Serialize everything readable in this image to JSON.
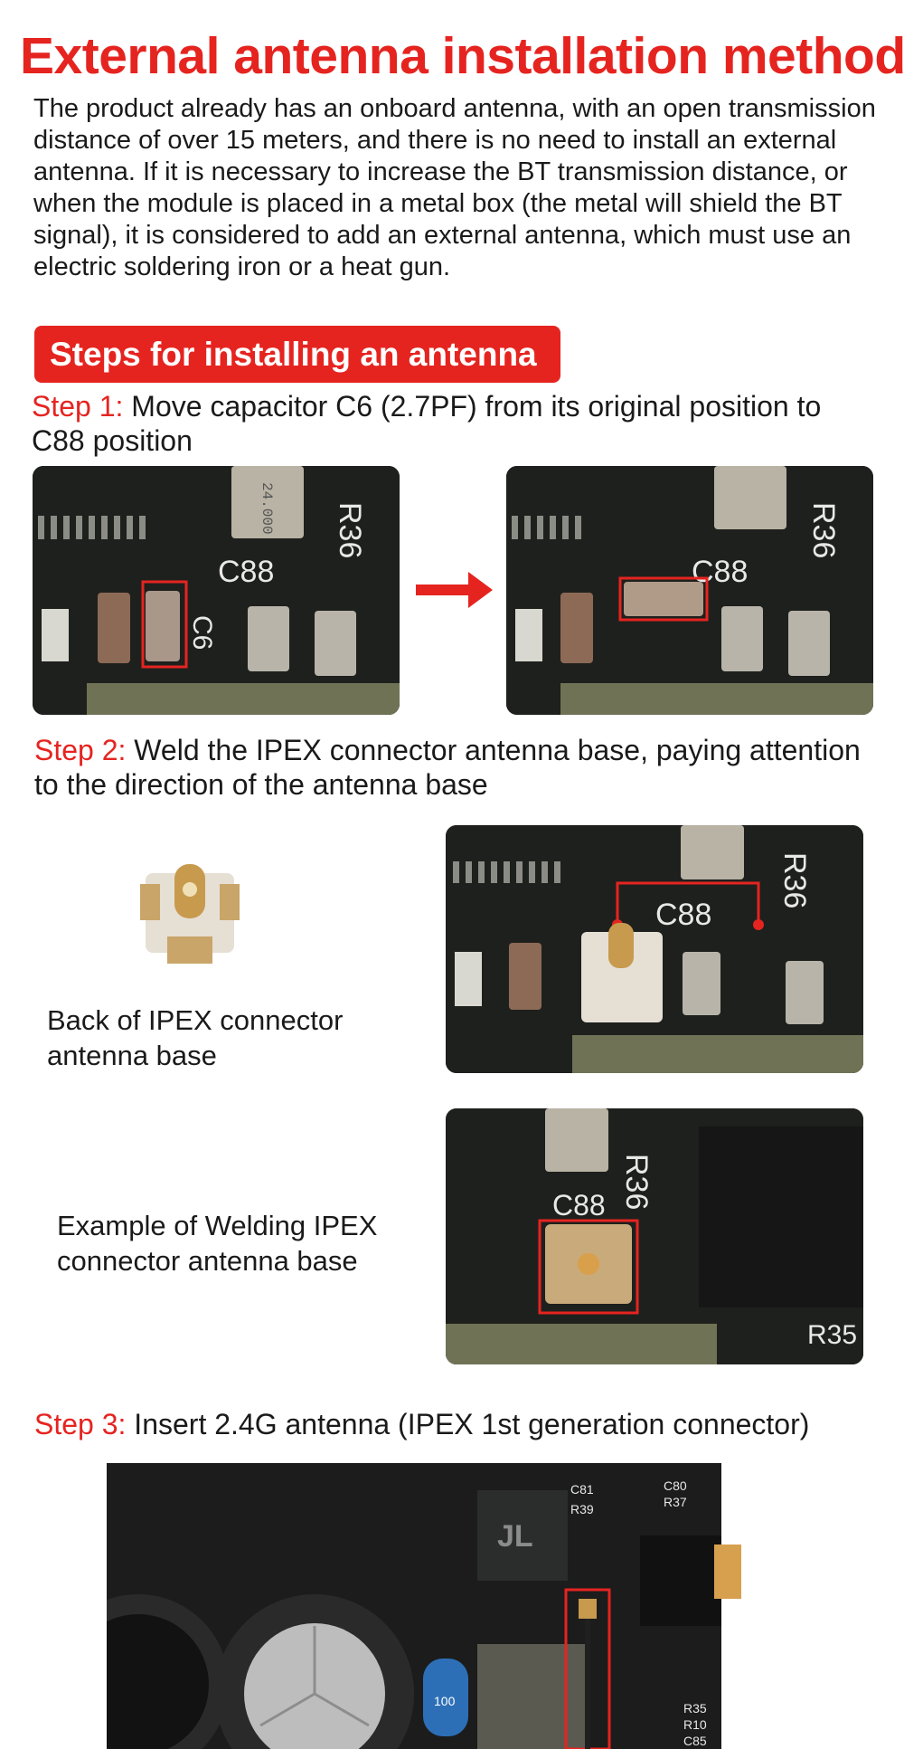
{
  "title": "External antenna installation method",
  "intro": "The product already has an onboard antenna, with an open transmission distance of over 15 meters, and there is no need to install an external antenna. If it is necessary to increase the BT transmission distance, or when the module is placed in a metal box (the metal will shield the BT signal), it is considered to add an external antenna, which must use an electric soldering iron or a heat gun.",
  "badge": "Steps for installing an antenna",
  "step1": {
    "label": "Step 1:",
    "text": " Move capacitor C6 (2.7PF) from its original position to C88 position"
  },
  "step2": {
    "label": "Step 2:",
    "text": " Weld the IPEX connector antenna base, paying attention to the direction of the antenna base"
  },
  "step3": {
    "label": "Step 3:",
    "text": " Insert 2.4G antenna (IPEX 1st generation connector)"
  },
  "captions": {
    "back": "Back of IPEX connector antenna base",
    "example": "Example of Welding IPEX connector antenna base"
  },
  "pcb_text": {
    "r36": "R36",
    "c88": "C88",
    "c6": "C6",
    "crystal": "24.000",
    "r35": "R35",
    "r10": "R10",
    "c85": "C85",
    "c80": "C80",
    "r37": "R37",
    "c81": "C81",
    "r39": "R39",
    "cap_value": "100",
    "logo": "JL"
  },
  "colors": {
    "accent": "#e52420",
    "pcb": "#1d1f1c",
    "silk": "#e8e8e8"
  }
}
